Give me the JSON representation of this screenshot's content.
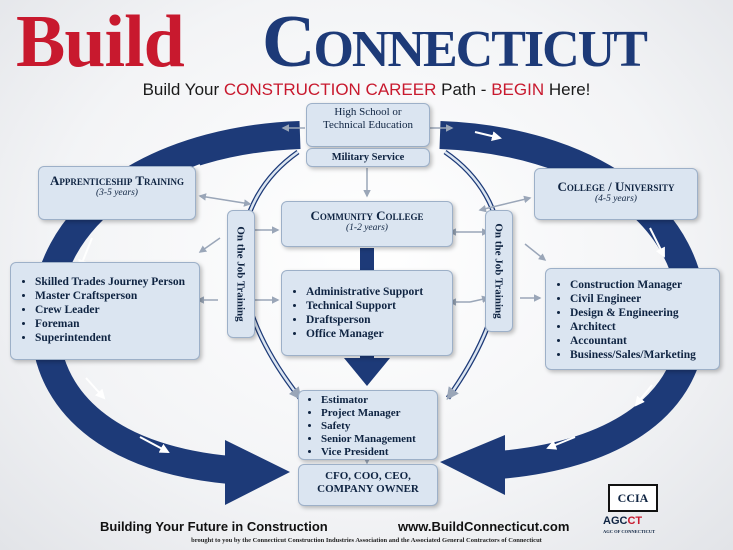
{
  "brand": {
    "part1": "Build",
    "part2": "Connecticut"
  },
  "tagline": {
    "a": "Build Your ",
    "b": "CONSTRUCTION CAREER",
    "c": " Path - ",
    "d": "BEGIN",
    "e": " Here!"
  },
  "high_school": "High School or Technical Education",
  "military": "Military Service",
  "apprenticeship": {
    "title": "Apprenticeship Training",
    "years": "(3-5 years)"
  },
  "college": {
    "title": "College / University",
    "years": "(4-5 years)"
  },
  "community_college": {
    "title": "Community College",
    "years": "(1-2 years)"
  },
  "otj_left": "On the Job Training",
  "otj_right": "On the Job Training",
  "left_list": [
    "Skilled Trades Journey Person",
    "Master Craftsperson",
    "Crew Leader",
    "Foreman",
    "Superintendent"
  ],
  "center_list": [
    "Administrative Support",
    "Technical Support",
    "Draftsperson",
    "Office Manager"
  ],
  "right_list": [
    "Construction Manager",
    "Civil Engineer",
    "Design & Engineering",
    "Architect",
    "Accountant",
    "Business/Sales/Marketing"
  ],
  "management_list": [
    "Estimator",
    "Project Manager",
    "Safety",
    "Senior Management",
    "Vice President"
  ],
  "executive": "CFO, COO, CEO, COMPANY OWNER",
  "footer": {
    "left": "Building Your Future in Construction",
    "right": "www.BuildConnecticut.com",
    "credit": "brought to you by the Connecticut Construction Industries Association and the Associated General Contractors of Connecticut"
  },
  "logos": {
    "ccia": "CCIA",
    "agc_a": "AGC",
    "agc_b": "CT",
    "agc_sub": "AGC OF CONNECTICUT"
  },
  "colors": {
    "red": "#c8192e",
    "navy": "#1d3a78",
    "box": "#dbe5f1"
  }
}
